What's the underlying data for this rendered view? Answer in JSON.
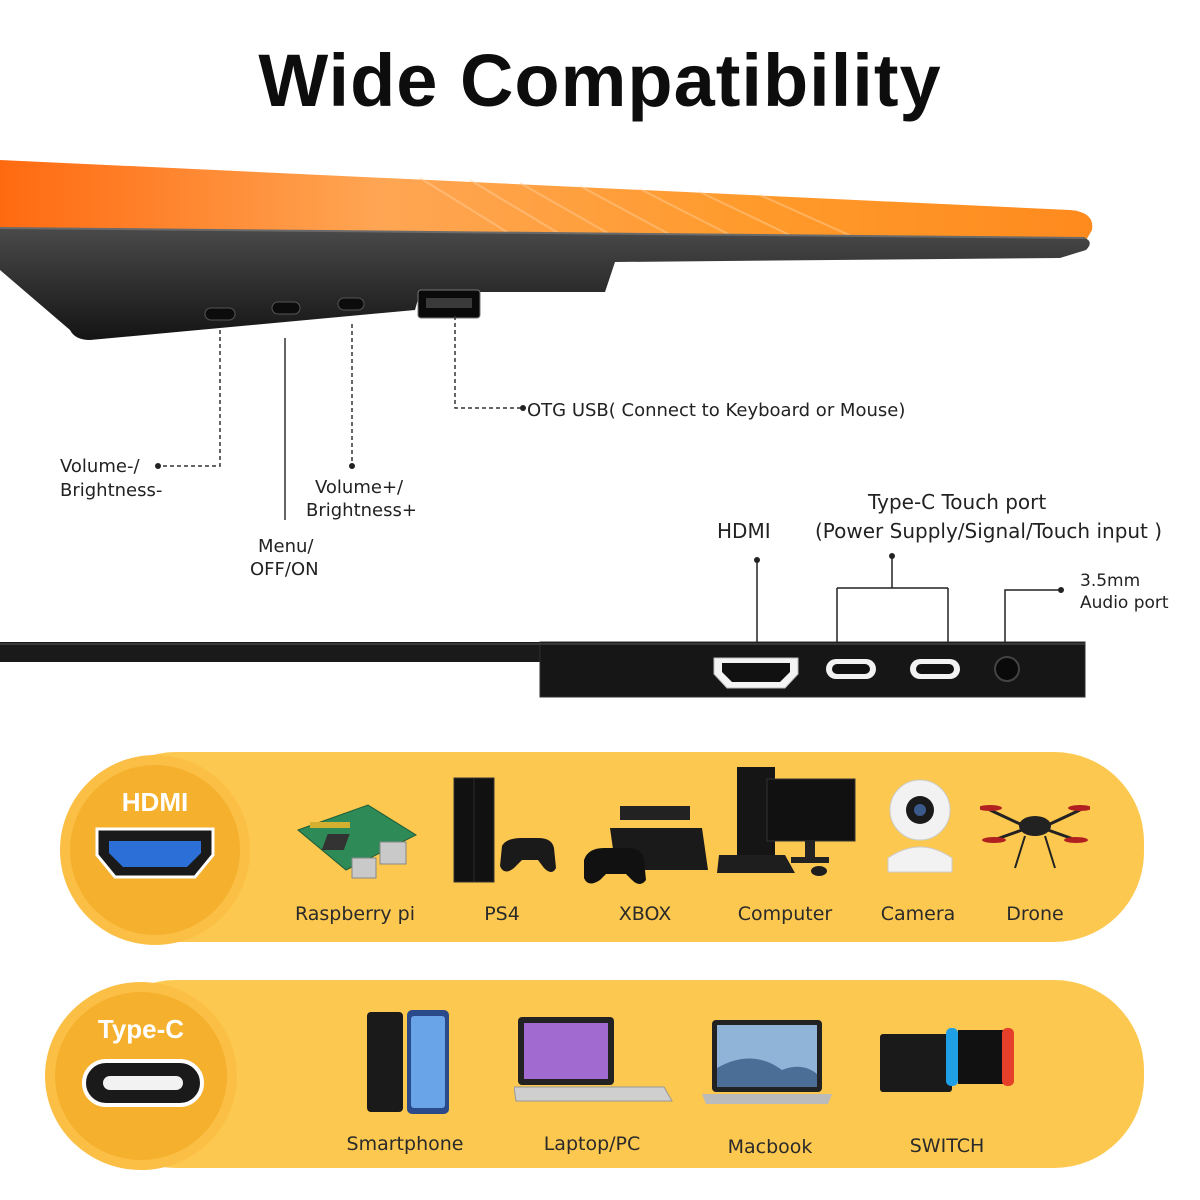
{
  "title": "Wide Compatibility",
  "top_callouts": {
    "otg_usb": "OTG USB( Connect to Keyboard or Mouse)",
    "volume_minus_line1": "Volume-/",
    "volume_minus_line2": "Brightness-",
    "volume_plus_line1": "Volume+/",
    "volume_plus_line2": "Brightness+",
    "menu_line1": "Menu/",
    "menu_line2": "OFF/ON"
  },
  "side_ports": {
    "hdmi": "HDMI",
    "typec_line1": "Type-C Touch port",
    "typec_line2": "(Power Supply/Signal/Touch input )",
    "audio_line1": "3.5mm",
    "audio_line2": "Audio port"
  },
  "hdmi_band": {
    "badge": "HDMI",
    "devices": [
      "Raspberry pi",
      "PS4",
      "XBOX",
      "Computer",
      "Camera",
      "Drone"
    ]
  },
  "typec_band": {
    "badge": "Type-C",
    "devices": [
      "Smartphone",
      "Laptop/PC",
      "Macbook",
      "SWITCH"
    ]
  },
  "colors": {
    "band": "#fcc84f",
    "badge": "#f5b02e",
    "screen_orange": "#ff8a1e",
    "bezel": "#1e1e1e"
  }
}
